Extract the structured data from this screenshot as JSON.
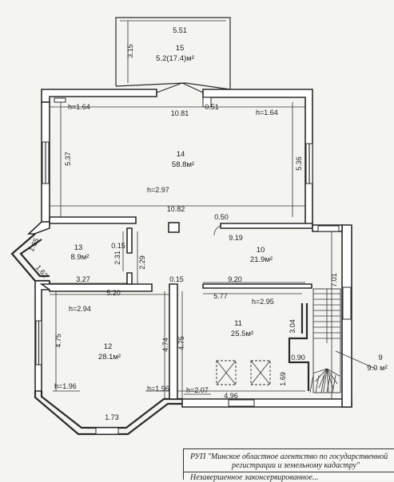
{
  "rooms": [
    {
      "id": "r15",
      "number": "15",
      "area": "5.2(17.4)м²"
    },
    {
      "id": "r14",
      "number": "14",
      "area": "58.8м²"
    },
    {
      "id": "r13",
      "number": "13",
      "area": "8.9м²"
    },
    {
      "id": "r10",
      "number": "10",
      "area": "21.9м²"
    },
    {
      "id": "r11",
      "number": "11",
      "area": "25.5м²"
    },
    {
      "id": "r12",
      "number": "12",
      "area": "28.1м²"
    },
    {
      "id": "r9",
      "number": "9",
      "area": "9.0 м²"
    }
  ],
  "dimensions": {
    "d_551": "5.51",
    "d_315": "3.15",
    "d_1081": "10.81",
    "d_051_top": "0.51",
    "d_537": "5.37",
    "d_536": "5.36",
    "d_1082": "10.82",
    "d_050": "0.50",
    "d_919": "9.19",
    "d_165": "1.65",
    "d_015_a": "0.15",
    "d_231": "2.31",
    "d_229": "2.29",
    "d_162": "1.62",
    "d_327": "3.27",
    "d_520": "5.20",
    "d_015_b": "0.15",
    "d_920": "9.20",
    "d_701": "7.01",
    "d_577": "5.77",
    "d_475_left": "4.75",
    "d_474": "4.74",
    "d_475_mid": "4.75",
    "d_304": "3.04",
    "d_090": "0.90",
    "d_169": "1.69",
    "d_496": "4.96",
    "d_173": "1.73"
  },
  "heights": {
    "h_164_left": "h=1.64",
    "h_164_right": "h=1.64",
    "h_297": "h=2.97",
    "h_295": "h=2.95",
    "h_294": "h=2.94",
    "h_196_left": "h=1.96",
    "h_196_mid": "h=1.96",
    "h_207": "h=2.07"
  },
  "stamp": {
    "line1": "РУП \"Минское областное агентство по государственной",
    "line2": "регистрации и земельному кадастру\"",
    "line3": "Незавершенное законсервированное..."
  },
  "colors": {
    "paper": "#f4f4f1",
    "ink": "#2a2a2a"
  }
}
